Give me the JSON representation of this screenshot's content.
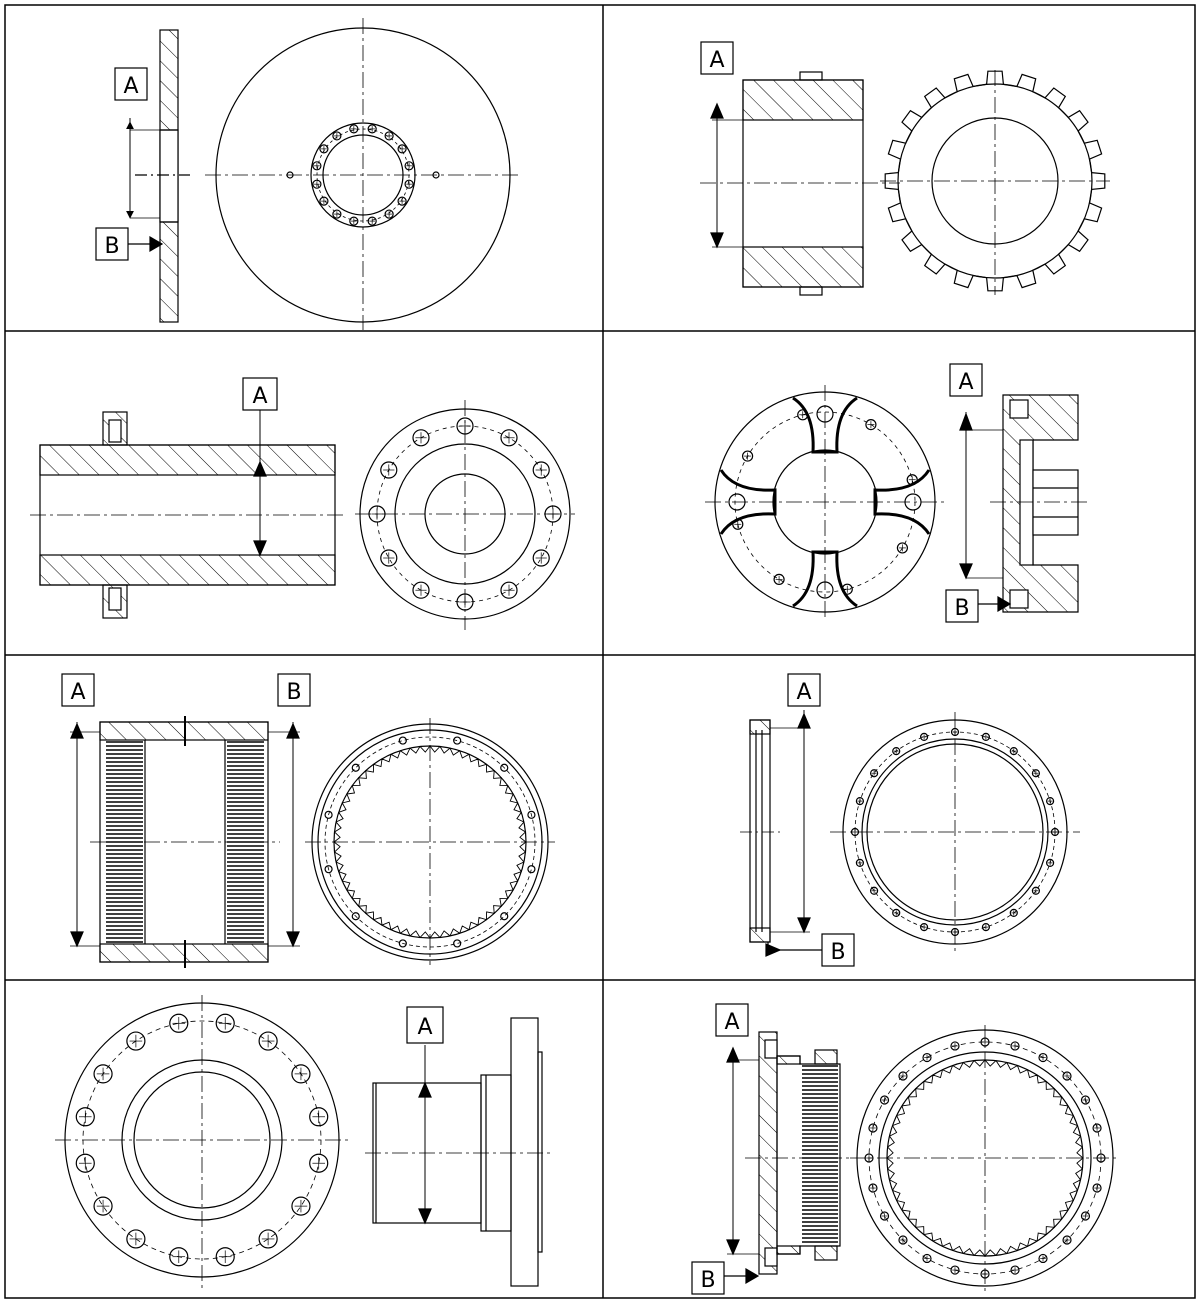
{
  "figure": {
    "stroke_color": "#000000",
    "background": "#ffffff",
    "panels": [
      {
        "id": "flat-disk",
        "labels": [
          "A",
          "B"
        ]
      },
      {
        "id": "splined-hub-external-teeth",
        "labels": [
          "A"
        ]
      },
      {
        "id": "flanged-sleeve",
        "labels": [
          "A"
        ]
      },
      {
        "id": "spider-hub",
        "labels": [
          "A",
          "B"
        ]
      },
      {
        "id": "internal-gear-ring-sleeve",
        "labels": [
          "A",
          "B"
        ]
      },
      {
        "id": "thin-flange-ring",
        "labels": [
          "A",
          "B"
        ]
      },
      {
        "id": "flanged-spigot-hub",
        "labels": [
          "A"
        ]
      },
      {
        "id": "internal-gear-flange-hub",
        "labels": [
          "A",
          "B"
        ]
      }
    ]
  }
}
